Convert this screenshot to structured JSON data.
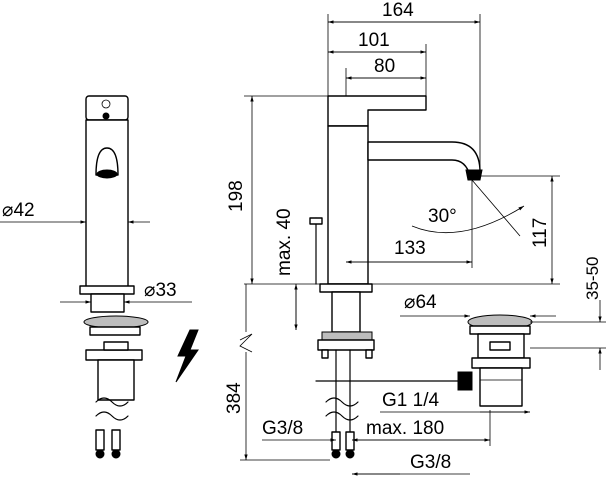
{
  "dimensions": {
    "d164": "164",
    "d101": "101",
    "d80": "80",
    "d198": "198",
    "d_phi42": "⌀42",
    "d_max40": "max. 40",
    "d30": "30°",
    "d117": "117",
    "d133": "133",
    "d35_50": "35-50",
    "d_phi33": "⌀33",
    "d_phi64": "⌀64",
    "d384": "384",
    "d_g1": "G1 1/4",
    "d_g38_left": "G3/8",
    "d_max180": "max. 180",
    "d_g38_bottom": "G3/8"
  },
  "icons": {
    "lightning": "lightning-bolt-icon"
  }
}
